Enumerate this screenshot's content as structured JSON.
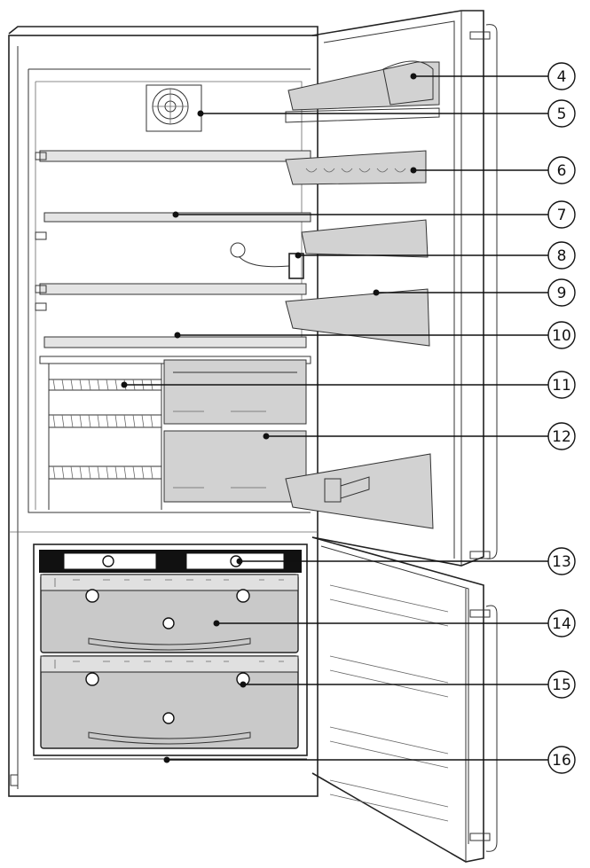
{
  "diagram": {
    "callouts": [
      {
        "id": "4",
        "label": "4"
      },
      {
        "id": "5",
        "label": "5"
      },
      {
        "id": "6",
        "label": "6"
      },
      {
        "id": "7",
        "label": "7"
      },
      {
        "id": "8",
        "label": "8"
      },
      {
        "id": "9",
        "label": "9"
      },
      {
        "id": "10",
        "label": "10"
      },
      {
        "id": "11",
        "label": "11"
      },
      {
        "id": "12",
        "label": "12"
      },
      {
        "id": "13",
        "label": "13"
      },
      {
        "id": "14",
        "label": "14"
      },
      {
        "id": "15",
        "label": "15"
      },
      {
        "id": "16",
        "label": "16"
      }
    ]
  },
  "colors": {
    "line": "#222222",
    "drawer_fill": "#c9c9c9",
    "bin_fill": "#d2d2d2",
    "control_panel": "#111111"
  }
}
